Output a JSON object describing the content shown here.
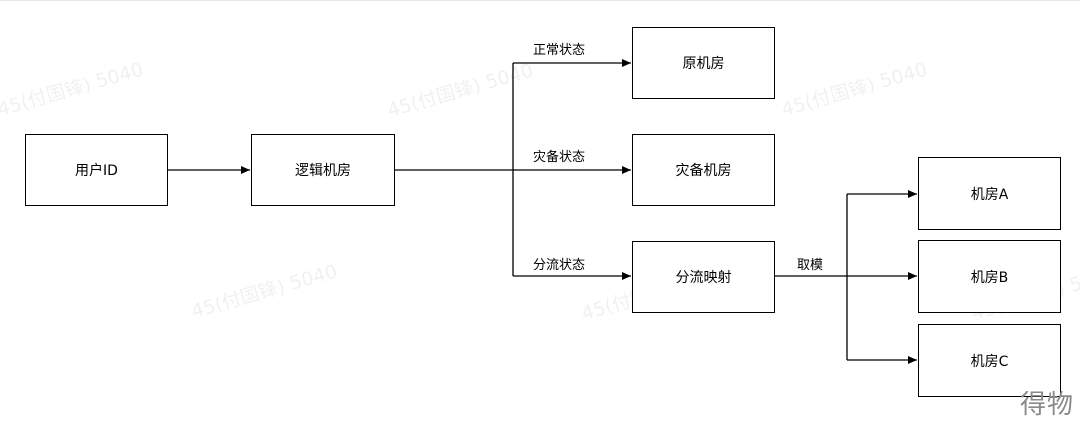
{
  "nodes": {
    "user_id": "用户ID",
    "logic_room": "逻辑机房",
    "orig_room": "原机房",
    "dr_room": "灾备机房",
    "split_map": "分流映射",
    "room_a": "机房A",
    "room_b": "机房B",
    "room_c": "机房C"
  },
  "edge_labels": {
    "normal": "正常状态",
    "disaster": "灾备状态",
    "split": "分流状态",
    "modulo": "取模"
  },
  "watermark": "45(付国锋) 5040",
  "brand": "得物"
}
